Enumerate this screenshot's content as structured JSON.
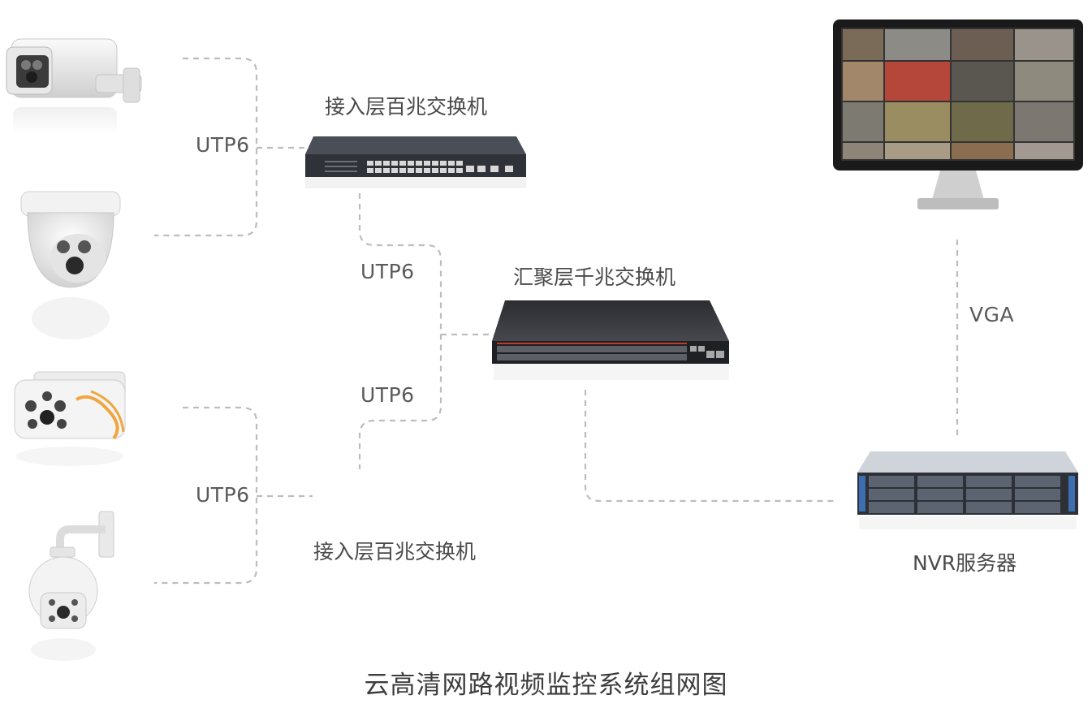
{
  "diagram": {
    "title": "云高清网路视频监控系统组网图",
    "nodes": {
      "access_switch_top": "接入层百兆交换机",
      "aggregation_switch": "汇聚层千兆交换机",
      "access_switch_bottom": "接入层百兆交换机",
      "nvr_server": "NVR服务器"
    },
    "links": {
      "utp_top_left": "UTP6",
      "utp_mid_upper": "UTP6",
      "utp_mid_lower": "UTP6",
      "utp_bottom_left": "UTP6",
      "vga": "VGA"
    },
    "devices": {
      "camera_1": "bullet-camera-icon",
      "camera_2": "dome-camera-icon",
      "camera_3": "infrared-bullet-camera-icon",
      "camera_4": "ptz-speed-dome-icon",
      "monitor": "monitor-icon",
      "nvr": "nvr-server-icon"
    },
    "colors": {
      "line": "#bdbdbd",
      "switch_body": "#3a3d44",
      "text": "#555555"
    }
  }
}
